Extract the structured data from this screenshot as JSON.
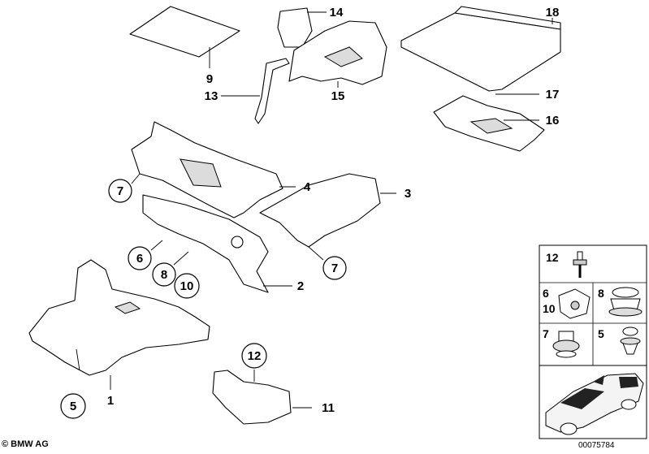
{
  "callouts": [
    {
      "id": "c1",
      "label": "1"
    },
    {
      "id": "c2",
      "label": "2"
    },
    {
      "id": "c3",
      "label": "3"
    },
    {
      "id": "c4",
      "label": "4"
    },
    {
      "id": "c5",
      "label": "5"
    },
    {
      "id": "c6",
      "label": "6"
    },
    {
      "id": "c7a",
      "label": "7"
    },
    {
      "id": "c7b",
      "label": "7"
    },
    {
      "id": "c8",
      "label": "8"
    },
    {
      "id": "c9",
      "label": "9"
    },
    {
      "id": "c10",
      "label": "10"
    },
    {
      "id": "c11",
      "label": "11"
    },
    {
      "id": "c12",
      "label": "12"
    },
    {
      "id": "c13",
      "label": "13"
    },
    {
      "id": "c14",
      "label": "14"
    },
    {
      "id": "c15",
      "label": "15"
    },
    {
      "id": "c16",
      "label": "16"
    },
    {
      "id": "c17",
      "label": "17"
    },
    {
      "id": "c18",
      "label": "18"
    }
  ],
  "fastener_panel": {
    "cells": [
      {
        "id": "f12",
        "labels": [
          "12"
        ]
      },
      {
        "id": "f6-10",
        "labels": [
          "6",
          "10"
        ]
      },
      {
        "id": "f8",
        "labels": [
          "8"
        ]
      },
      {
        "id": "f7",
        "labels": [
          "7"
        ]
      },
      {
        "id": "f5",
        "labels": [
          "5"
        ]
      }
    ]
  },
  "footer": {
    "copyright": "© BMW AG",
    "doc_id": "00075784"
  }
}
